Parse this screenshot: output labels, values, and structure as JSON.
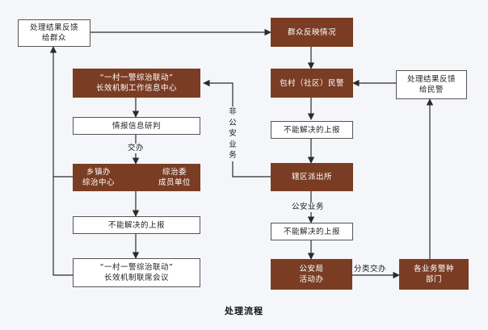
{
  "nodes": {
    "feedback_public": "处理结果反馈\n给群众",
    "public_report": "群众反映情况",
    "info_center": "“一村一警综治联动”\n长效机制工作信息中心",
    "police": "包村（社区）民警",
    "feedback_police": "处理结果反馈\n给民警",
    "info_research": "情报信息研判",
    "unsolved_1": "不能解决的上报",
    "township_center": "乡镇办\n综治中心",
    "committee_units": "综治委\n成员单位",
    "station": "辖区派出所",
    "unsolved_left": "不能解决的上报",
    "unsolved_2": "不能解决的上报",
    "joint_meeting": "“一村一警综治联动”\n长效机制联席会议",
    "security_office": "公安局\n活动办",
    "police_depts": "各业务警种\n部门"
  },
  "labels": {
    "assign": "交办",
    "non_police": "非公安业务",
    "police_business": "公安业务",
    "classify_assign": "分类交办"
  },
  "caption": "处理流程",
  "colors": {
    "dark_box": "#7a3d24",
    "line": "#2b2b2b"
  }
}
